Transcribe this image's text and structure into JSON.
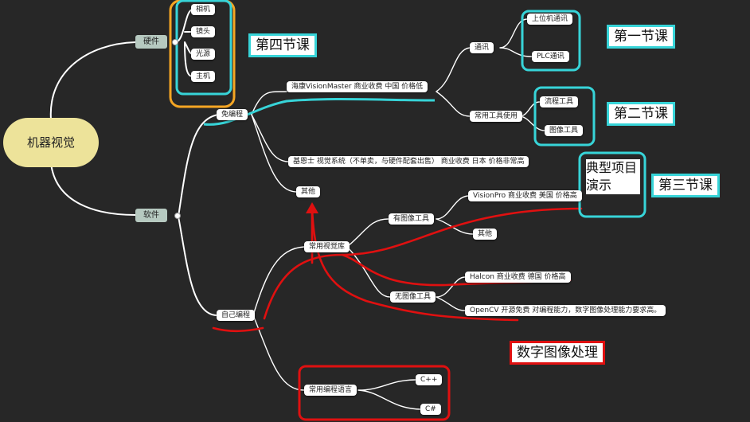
{
  "root": "机器视觉",
  "hardware": {
    "label": "硬件",
    "items": [
      "相机",
      "镜头",
      "光源",
      "主机"
    ]
  },
  "software": {
    "label": "软件",
    "no_code": {
      "label": "免编程",
      "hikvision": "海康VisionMaster   商业收费  中国   价格低",
      "comm": {
        "label": "通讯",
        "items": [
          "上位机通讯",
          "PLC通讯"
        ]
      },
      "tools": {
        "label": "常用工具使用",
        "items": [
          "流程工具",
          "图像工具"
        ]
      },
      "keyence": "基恩士 视觉系统（不单卖，与硬件配套出售）   商业收费   日本    价格非常高",
      "other": "其他"
    },
    "self_code": {
      "label": "自己编程",
      "vision_lib": {
        "label": "常用视觉库",
        "with_tools": {
          "label": "有图像工具",
          "items": [
            "VisionPro  商业收费  美国   价格高",
            "其他"
          ]
        },
        "without_tools": {
          "label": "无图像工具",
          "items": [
            "Halcon   商业收费   德国  价格高",
            "OpenCV  开源免费   对编程能力，数字图像处理能力要求高。"
          ]
        }
      },
      "languages": {
        "label": "常用编程语言",
        "items": [
          "C++",
          "C#"
        ]
      }
    }
  },
  "annotations": {
    "lesson1": "第一节课",
    "lesson2": "第二节课",
    "lesson3": "第三节课",
    "lesson4": "第四节课",
    "demo": "典型项目演示",
    "dip": "数字图像处理"
  },
  "colors": {
    "background": "#272727",
    "cyan": "#37d4d8",
    "red": "#e01010",
    "orange": "#f5a623",
    "root": "#ede39a",
    "branch": "#b6c9c0"
  }
}
